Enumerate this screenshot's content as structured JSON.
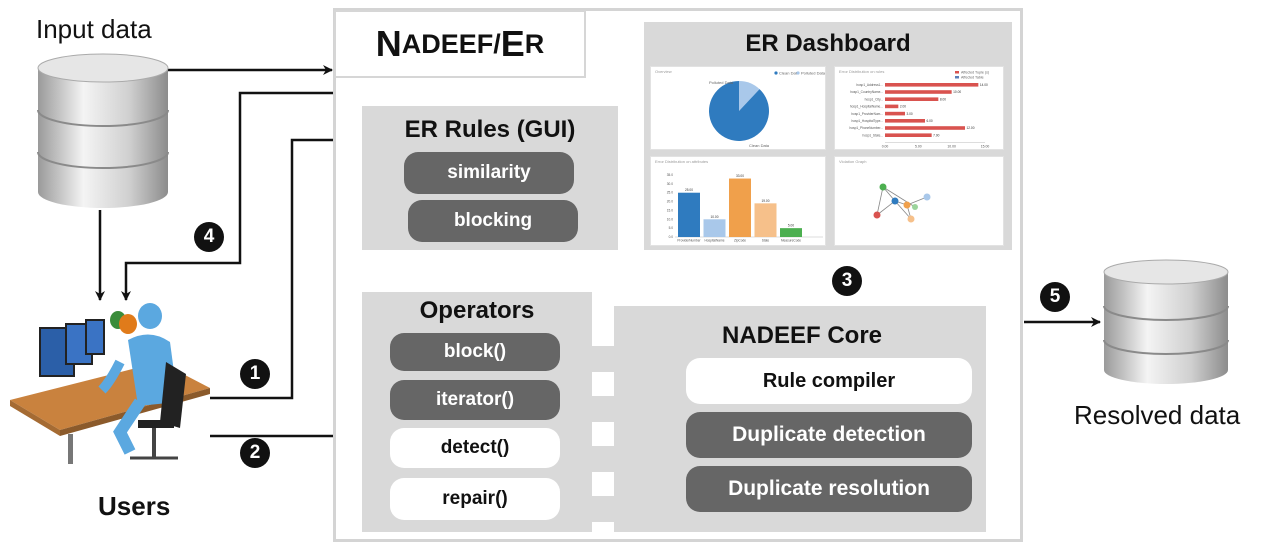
{
  "input_label": "Input data",
  "resolved_label": "Resolved data",
  "users_label": "Users",
  "system": {
    "title_first": "N",
    "title_rest": "ADEEF/",
    "title_e": "E",
    "title_r": "R"
  },
  "er_rules": {
    "title": "ER Rules (GUI)",
    "items": [
      "similarity",
      "blocking"
    ]
  },
  "operators": {
    "title": "Operators",
    "items": [
      "block()",
      "iterator()",
      "detect()",
      "repair()"
    ]
  },
  "core": {
    "title": "NADEEF Core",
    "items": [
      "Rule compiler",
      "Duplicate detection",
      "Duplicate resolution"
    ]
  },
  "dashboard": {
    "title": "ER Dashboard"
  },
  "steps": [
    "1",
    "2",
    "3",
    "4",
    "5"
  ],
  "colors": {
    "panel": "#d9d9d9",
    "dark_pill": "#666666",
    "pie_blue": "#2f7bbf",
    "pie_light": "#a9c8ea",
    "bar_red": "#d9534f"
  },
  "chart_data": [
    {
      "type": "pie",
      "title": "Overview",
      "legend": [
        "Clean Data",
        "Polluted Data"
      ],
      "labels": [
        "Polluted Data",
        "Clean Data"
      ],
      "values": [
        12,
        88
      ]
    },
    {
      "type": "bar",
      "orientation": "horizontal",
      "title": "Error Distribution on rules",
      "legend": [
        "Affected Tuple (s)",
        "Affected Table"
      ],
      "categories": [
        "hosp1_Address1...",
        "hosp1_CountryName...",
        "hosp1_City...",
        "hosp1_HospitalName...",
        "hosp1_ProviderNum...",
        "hosp1_HospitalType...",
        "hosp1_PhoneNumber...",
        "hosp1_State..."
      ],
      "values": [
        14.0,
        10.0,
        8.0,
        2.0,
        3.0,
        6.0,
        12.0,
        7.0
      ],
      "xticks": [
        "0.00",
        "5.00",
        "10.00",
        "15.00"
      ]
    },
    {
      "type": "bar",
      "title": "Error Distribution on attributes",
      "categories": [
        "ProviderNumber",
        "HospitalName",
        "ZipCode",
        "State",
        "MeasureCode"
      ],
      "values": [
        25.0,
        10.0,
        33.0,
        19.0,
        5.0
      ],
      "ylim": [
        0,
        35
      ]
    },
    {
      "type": "scatter",
      "title": "Violation Graph"
    }
  ]
}
